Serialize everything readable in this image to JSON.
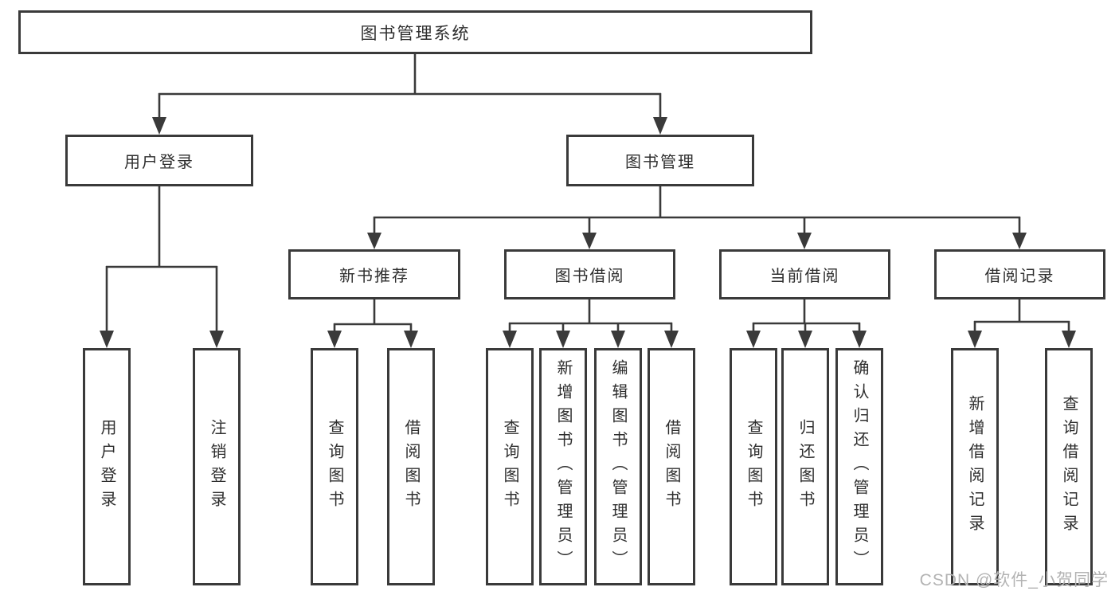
{
  "diagram": {
    "title": "图书管理系统",
    "level2": [
      {
        "id": "user-login",
        "label": "用户登录",
        "parent": "图书管理系统"
      },
      {
        "id": "book-management",
        "label": "图书管理",
        "parent": "图书管理系统"
      }
    ],
    "level3": [
      {
        "id": "new-book-recommend",
        "label": "新书推荐",
        "parent": "图书管理"
      },
      {
        "id": "book-borrowing",
        "label": "图书借阅",
        "parent": "图书管理"
      },
      {
        "id": "current-borrowing",
        "label": "当前借阅",
        "parent": "图书管理"
      },
      {
        "id": "borrowing-records",
        "label": "借阅记录",
        "parent": "图书管理"
      }
    ],
    "leaves": [
      {
        "id": "leaf-user-login",
        "label": "用户登录",
        "parent": "用户登录"
      },
      {
        "id": "leaf-logout",
        "label": "注销登录",
        "parent": "用户登录"
      },
      {
        "id": "leaf-query-book-recommend",
        "label": "查询图书",
        "parent": "新书推荐"
      },
      {
        "id": "leaf-borrow-book-recommend",
        "label": "借阅图书",
        "parent": "新书推荐"
      },
      {
        "id": "leaf-query-book-borrowing",
        "label": "查询图书",
        "parent": "图书借阅"
      },
      {
        "id": "leaf-add-book-admin",
        "label": "新增图书（管理员）",
        "parent": "图书借阅"
      },
      {
        "id": "leaf-edit-book-admin",
        "label": "编辑图书（管理员）",
        "parent": "图书借阅"
      },
      {
        "id": "leaf-borrow-book-borrowing",
        "label": "借阅图书",
        "parent": "图书借阅"
      },
      {
        "id": "leaf-query-book-current",
        "label": "查询图书",
        "parent": "当前借阅"
      },
      {
        "id": "leaf-return-book",
        "label": "归还图书",
        "parent": "当前借阅"
      },
      {
        "id": "leaf-confirm-return-admin",
        "label": "确认归还（管理员）",
        "parent": "当前借阅"
      },
      {
        "id": "leaf-add-borrow-record",
        "label": "新增借阅记录",
        "parent": "借阅记录"
      },
      {
        "id": "leaf-query-borrow-record",
        "label": "查询借阅记录",
        "parent": "借阅记录"
      }
    ]
  },
  "watermark": "CSDN @软件_小贺同学",
  "colors": {
    "line": "#3a3a3a",
    "text": "#2e2e2e",
    "box_fill": "#ffffff",
    "watermark": "#b3b3b3"
  }
}
